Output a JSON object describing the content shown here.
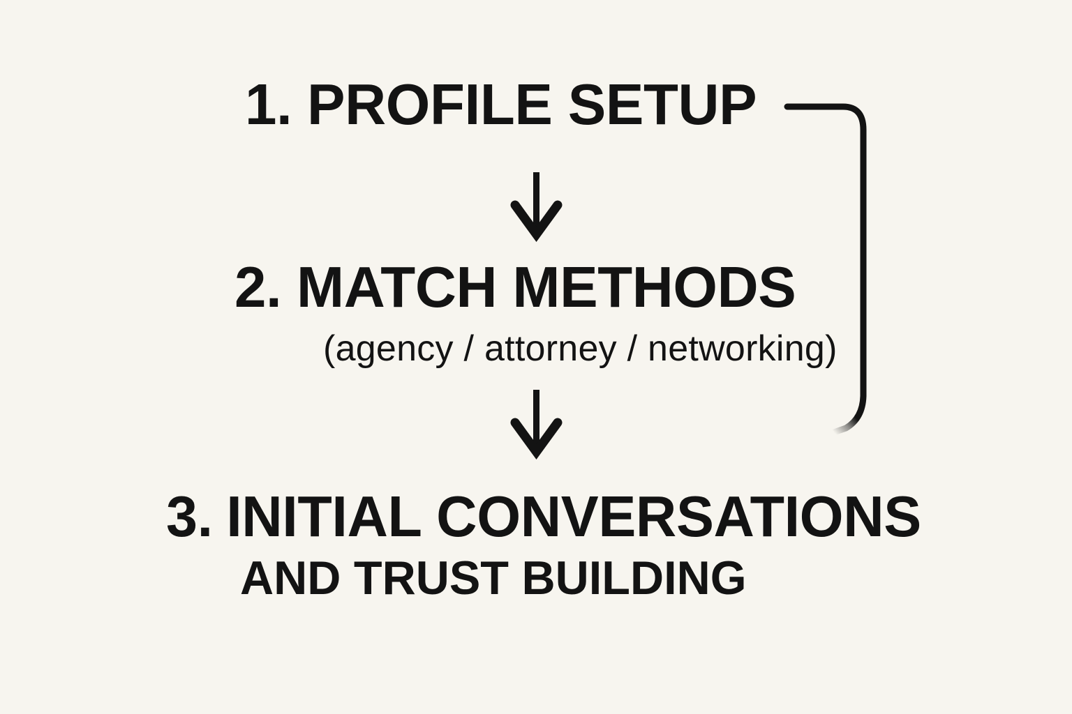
{
  "diagram": {
    "type": "vertical-process-flow",
    "title_visible": false,
    "background_color": "#F7F5EF",
    "ink_color": "#131313",
    "steps": [
      {
        "number": "1.",
        "title": "PROFILE SETUP",
        "subtitle": "",
        "second_line": ""
      },
      {
        "number": "2.",
        "title": "MATCH METHODS",
        "subtitle": "(agency / attorney / networking)",
        "second_line": ""
      },
      {
        "number": "3.",
        "title": "INITIAL CONVERSATIONS",
        "subtitle": "",
        "second_line": "AND TRUST BUILDING"
      }
    ],
    "connectors": [
      {
        "name": "arrow-step1-to-step2",
        "kind": "down-arrow"
      },
      {
        "name": "arrow-step2-to-step3",
        "kind": "down-arrow"
      }
    ],
    "loop_back": {
      "name": "loop-back-bracket",
      "kind": "rounded-bracket",
      "from": "1. PROFILE SETUP",
      "to": "2. MATCH METHODS",
      "tapered_end": true
    }
  }
}
